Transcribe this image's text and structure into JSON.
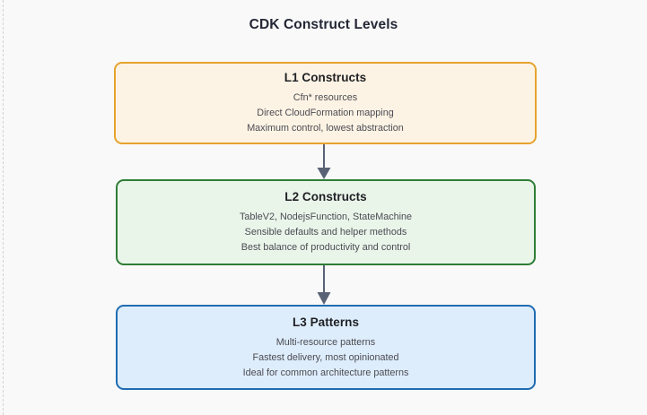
{
  "page": {
    "background_color": "#faf9fa",
    "edge_rule_color": "#d2d2d6"
  },
  "diagram": {
    "title": "CDK Construct Levels",
    "type": "flowchart",
    "direction": "top-to-bottom",
    "nodes": [
      {
        "id": "l1",
        "heading": "L1 Constructs",
        "lines": [
          "Cfn* resources",
          "Direct CloudFormation mapping",
          "Maximum control, lowest abstraction"
        ],
        "border_color": "#e5a32e",
        "fill_color": "#fdf3e4"
      },
      {
        "id": "l2",
        "heading": "L2 Constructs",
        "lines": [
          "TableV2, NodejsFunction, StateMachine",
          "Sensible defaults and helper methods",
          "Best balance of productivity and control"
        ],
        "border_color": "#2f7d35",
        "fill_color": "#eaf5ea"
      },
      {
        "id": "l3",
        "heading": "L3 Patterns",
        "lines": [
          "Multi-resource patterns",
          "Fastest delivery, most opinionated",
          "Ideal for common architecture patterns"
        ],
        "border_color": "#1f6cb0",
        "fill_color": "#deedfb"
      }
    ],
    "connectors": [
      {
        "id": "l1-l2",
        "from": "l1",
        "to": "l2",
        "color": "#5a6276",
        "arrowhead": "solid-triangle"
      },
      {
        "id": "l2-l3",
        "from": "l2",
        "to": "l3",
        "color": "#5a6276",
        "arrowhead": "solid-triangle"
      }
    ]
  }
}
